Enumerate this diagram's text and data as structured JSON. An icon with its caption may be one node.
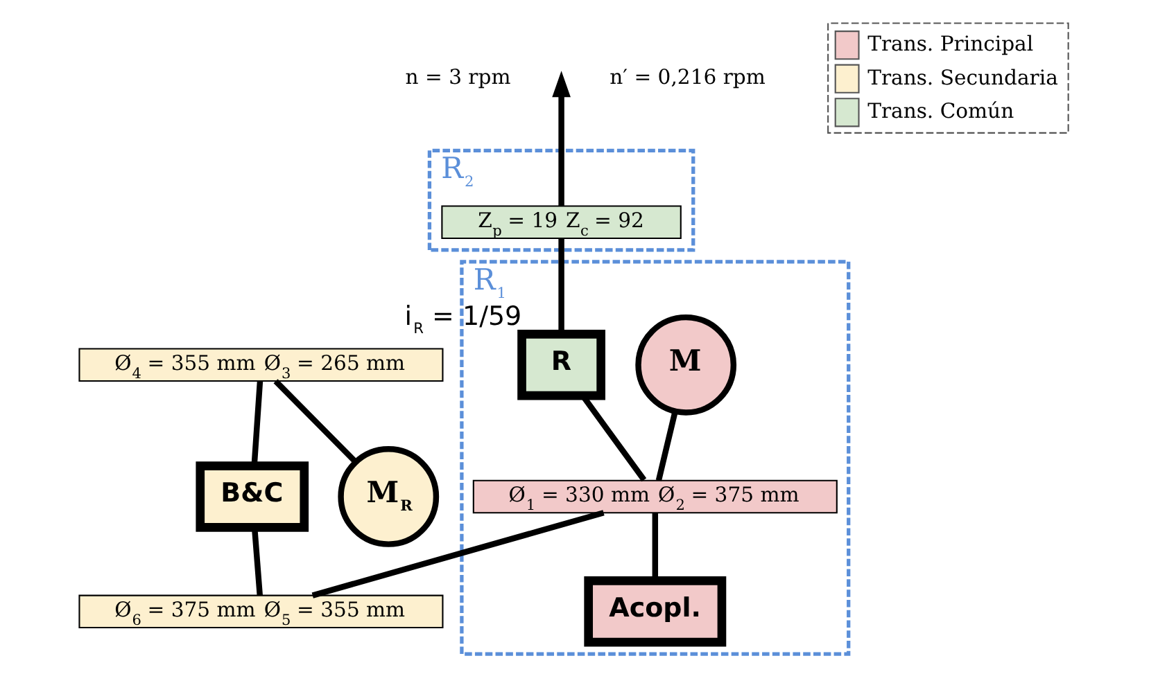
{
  "diagram": {
    "nodes": [
      {
        "text": [
          "R$_{2}$"
        ]
      },
      {
        "text": [
          "Z$_{p}$ = 19",
          "Z$_{c}$ = 92"
        ],
        "in": 0
      },
      {
        "text": [
          "R$_{1}$"
        ]
      },
      {
        "text": [
          "M"
        ],
        "in": 2
      },
      {
        "text": [
          "R"
        ],
        "in": 2,
        "beside": [
          "i$_{R}$ = 1/59"
        ]
      },
      {
        "text": [
          "Ø$_{4}$ = 355 mm",
          "Ø$_{3}$ = 265 mm"
        ]
      },
      {
        "text": [
          "B&C"
        ]
      },
      {
        "text": [
          "M$_{R}$"
        ]
      },
      {
        "text": [
          "Ø$_{1}$ = 330 mm",
          "Ø$_{2}$ = 375 mm"
        ],
        "in": 2
      },
      {
        "text": [
          "Acopl."
        ],
        "in": 2
      },
      {
        "text": [
          "Ø$_{6}$ = 375 mm",
          "Ø$_{5}$ = 355 mm"
        ]
      }
    ],
    "edges": [
      {
        "from": 1,
        "to": null,
        "arrow": "to"
      },
      {
        "from": 1,
        "to": 4,
        "arrow": "none"
      },
      {
        "from": 4,
        "to": 8,
        "arrow": "none"
      },
      {
        "from": 3,
        "to": 8,
        "arrow": "none"
      },
      {
        "from": 8,
        "to": 9,
        "arrow": "none"
      },
      {
        "from": 8,
        "to": 10,
        "arrow": "none"
      },
      {
        "from": 5,
        "to": 6,
        "arrow": "none"
      },
      {
        "from": 6,
        "to": 10,
        "arrow": "none"
      },
      {
        "from": 5,
        "to": 7,
        "arrow": "none"
      }
    ],
    "labels": [
      "n = 3 rpm",
      "n′ = 0,216 rpm"
    ],
    "legend": [
      {
        "text": "Trans. Principal",
        "color": "#f2c9c9"
      },
      {
        "text": "Trans. Secundaria",
        "color": "#fdf0cf"
      },
      {
        "text": "Trans. Común",
        "color": "#d6e8d0"
      }
    ]
  }
}
